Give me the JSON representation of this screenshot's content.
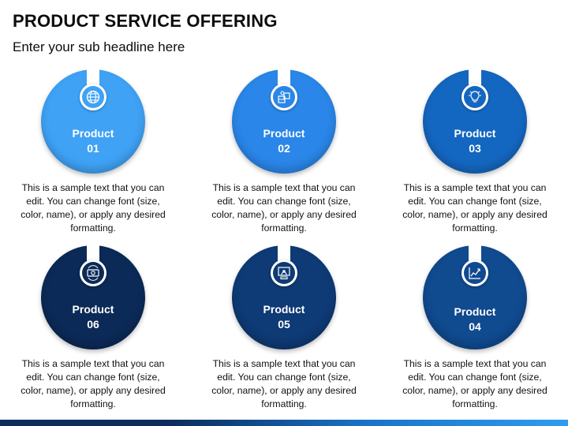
{
  "title": "PRODUCT SERVICE OFFERING",
  "subtitle": "Enter your sub headline here",
  "cards": [
    {
      "line1": "Product",
      "line2": "01",
      "color": "#3fa2f5",
      "icon": "globe-icon",
      "desc": "This is a sample text that you can edit. You can change font (size, color, name), or apply any desired formatting."
    },
    {
      "line1": "Product",
      "line2": "02",
      "color": "#2a86e8",
      "icon": "package-icon",
      "desc": "This is a sample text that you can edit. You can change font (size, color, name), or apply any desired formatting."
    },
    {
      "line1": "Product",
      "line2": "03",
      "color": "#1467c0",
      "icon": "lightbulb-icon",
      "desc": "This is a sample text that you can edit. You can change font (size, color, name), or apply any desired formatting."
    },
    {
      "line1": "Product",
      "line2": "06",
      "color": "#0b2a57",
      "icon": "money-icon",
      "desc": "This is a sample text that you can edit. You can change font (size, color, name), or apply any desired formatting."
    },
    {
      "line1": "Product",
      "line2": "05",
      "color": "#0e3a75",
      "icon": "presentation-icon",
      "desc": "This is a sample text that you can edit. You can change font (size, color, name), or apply any desired formatting."
    },
    {
      "line1": "Product",
      "line2": "04",
      "color": "#104a8f",
      "icon": "chart-icon",
      "desc": "This is a sample text that you can edit. You can change font (size, color, name), or apply any desired formatting."
    }
  ]
}
